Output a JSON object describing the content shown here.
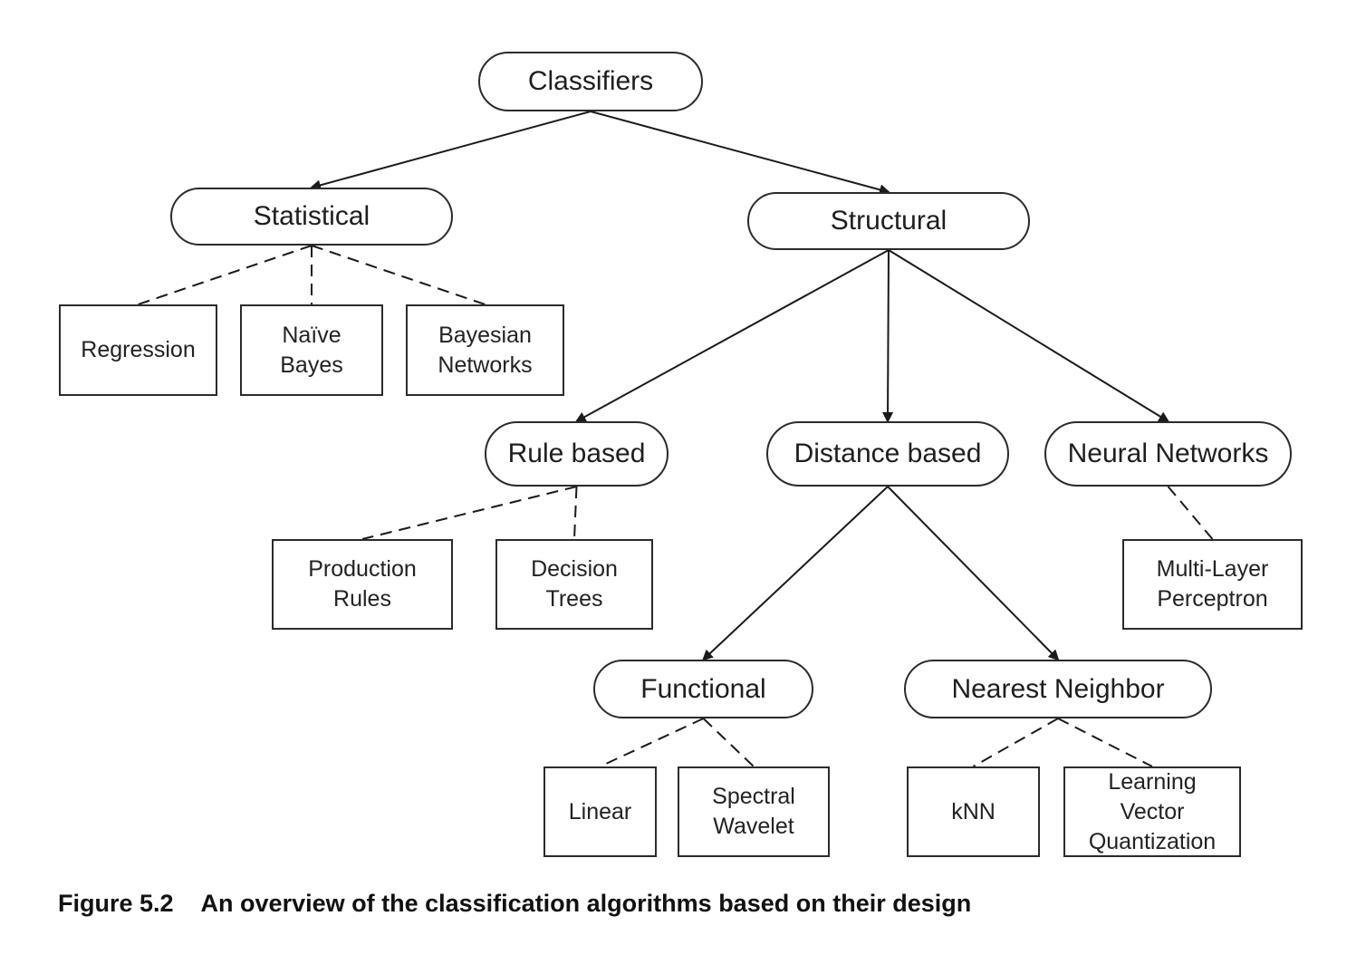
{
  "nodes": {
    "classifiers": "Classifiers",
    "statistical": "Statistical",
    "structural": "Structural",
    "regression": "Regression",
    "naive_bayes": "Naïve\nBayes",
    "bayesian_networks": "Bayesian\nNetworks",
    "rule_based": "Rule based",
    "distance_based": "Distance based",
    "neural_networks": "Neural Networks",
    "production_rules": "Production\nRules",
    "decision_trees": "Decision\nTrees",
    "multi_layer_perceptron": "Multi-Layer\nPerceptron",
    "functional": "Functional",
    "nearest_neighbor": "Nearest Neighbor",
    "linear": "Linear",
    "spectral_wavelet": "Spectral\nWavelet",
    "knn": "kNN",
    "lvq": "Learning\nVector\nQuantization"
  },
  "edges": [
    {
      "from": "classifiers",
      "to": "statistical",
      "style": "solid-arrow"
    },
    {
      "from": "classifiers",
      "to": "structural",
      "style": "solid-arrow"
    },
    {
      "from": "statistical",
      "to": "regression",
      "style": "dashed"
    },
    {
      "from": "statistical",
      "to": "naive_bayes",
      "style": "dashed"
    },
    {
      "from": "statistical",
      "to": "bayesian_networks",
      "style": "dashed"
    },
    {
      "from": "structural",
      "to": "rule_based",
      "style": "solid-arrow"
    },
    {
      "from": "structural",
      "to": "distance_based",
      "style": "solid-arrow"
    },
    {
      "from": "structural",
      "to": "neural_networks",
      "style": "solid-arrow"
    },
    {
      "from": "rule_based",
      "to": "production_rules",
      "style": "dashed"
    },
    {
      "from": "rule_based",
      "to": "decision_trees",
      "style": "dashed"
    },
    {
      "from": "neural_networks",
      "to": "multi_layer_perceptron",
      "style": "dashed"
    },
    {
      "from": "distance_based",
      "to": "functional",
      "style": "solid-arrow"
    },
    {
      "from": "distance_based",
      "to": "nearest_neighbor",
      "style": "solid-arrow"
    },
    {
      "from": "functional",
      "to": "linear",
      "style": "dashed"
    },
    {
      "from": "functional",
      "to": "spectral_wavelet",
      "style": "dashed"
    },
    {
      "from": "nearest_neighbor",
      "to": "knn",
      "style": "dashed"
    },
    {
      "from": "nearest_neighbor",
      "to": "lvq",
      "style": "dashed"
    }
  ],
  "caption": {
    "number": "Figure 5.2",
    "text": "An overview of the classification algorithms based on their design"
  }
}
